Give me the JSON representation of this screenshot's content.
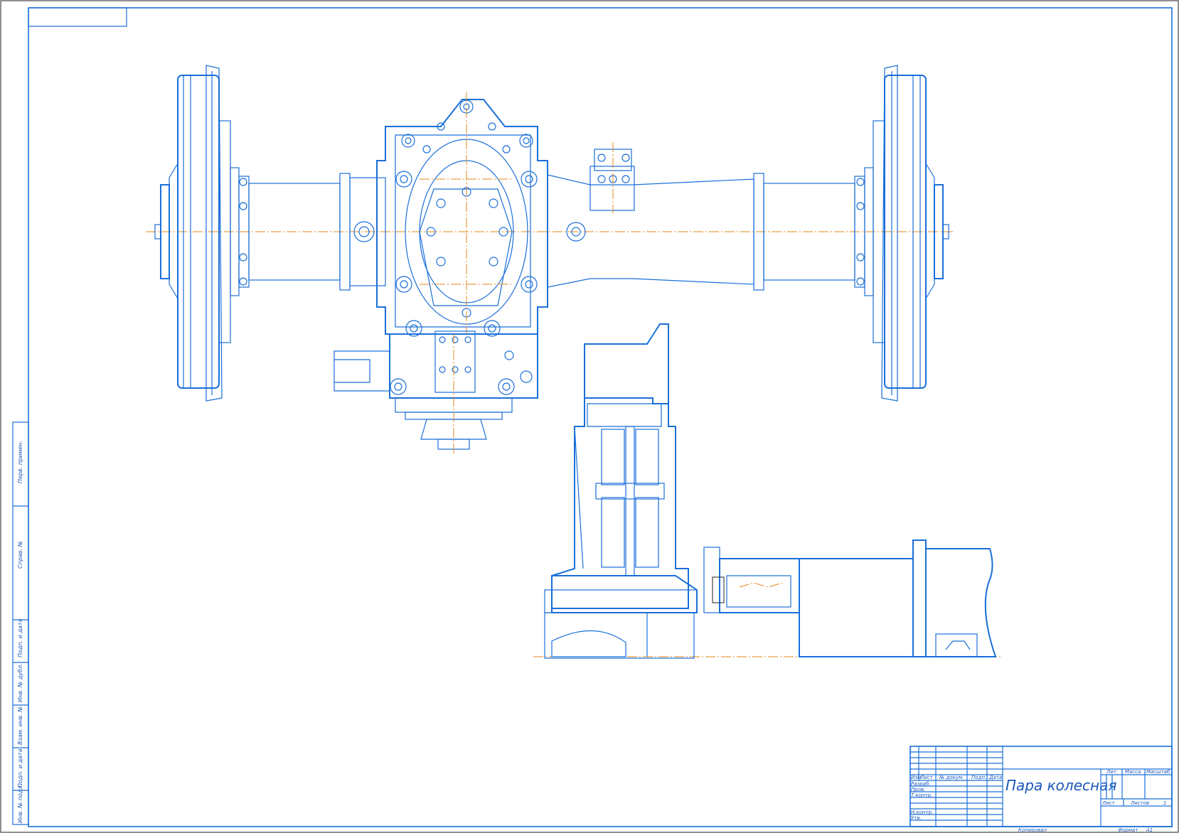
{
  "title_block": {
    "drawing_title": "Пара колесная",
    "revision_headers": [
      "Изм",
      "Лист",
      "№ докум.",
      "Подп.",
      "Дата"
    ],
    "role_rows": [
      "Разраб.",
      "Пров.",
      "Т.контр.",
      "",
      "Н.контр.",
      "Утв."
    ],
    "lit_label": "Лит.",
    "mass_label": "Масса",
    "scale_label": "Масштаб",
    "sheet_label": "Лист",
    "sheets_label": "Листов",
    "sheets_count": "1",
    "copied_label": "Копировал",
    "format_label": "Формат",
    "format_value": "А1"
  },
  "side_stamps": [
    "Перв. примен.",
    "Справ. №",
    "Подп. и дата",
    "Инв. № дубл.",
    "Взам. инв. №",
    "Подп. и дата",
    "Инв. № подл."
  ],
  "colors": {
    "line": "#1a6fd8",
    "axis": "#e08a1e",
    "text": "#1a56b8",
    "frame": "#1a6fd8"
  }
}
